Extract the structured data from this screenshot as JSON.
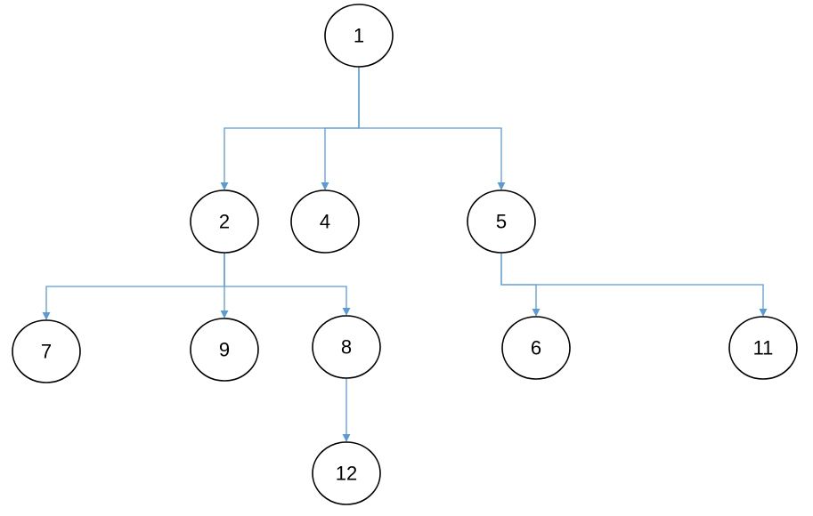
{
  "diagram": {
    "type": "tree",
    "edge_color": "#5B9BD5",
    "node_stroke": "#000000",
    "node_fill": "#ffffff",
    "nodes": [
      {
        "id": "1",
        "label": "1"
      },
      {
        "id": "2",
        "label": "2"
      },
      {
        "id": "4",
        "label": "4"
      },
      {
        "id": "5",
        "label": "5"
      },
      {
        "id": "7",
        "label": "7"
      },
      {
        "id": "9",
        "label": "9"
      },
      {
        "id": "8",
        "label": "8"
      },
      {
        "id": "6",
        "label": "6"
      },
      {
        "id": "11",
        "label": "11"
      },
      {
        "id": "12",
        "label": "12"
      }
    ],
    "edges": [
      {
        "from": "1",
        "to": "2"
      },
      {
        "from": "1",
        "to": "4"
      },
      {
        "from": "1",
        "to": "5"
      },
      {
        "from": "2",
        "to": "7"
      },
      {
        "from": "2",
        "to": "9"
      },
      {
        "from": "2",
        "to": "8"
      },
      {
        "from": "5",
        "to": "6"
      },
      {
        "from": "5",
        "to": "11"
      },
      {
        "from": "8",
        "to": "12"
      }
    ]
  }
}
